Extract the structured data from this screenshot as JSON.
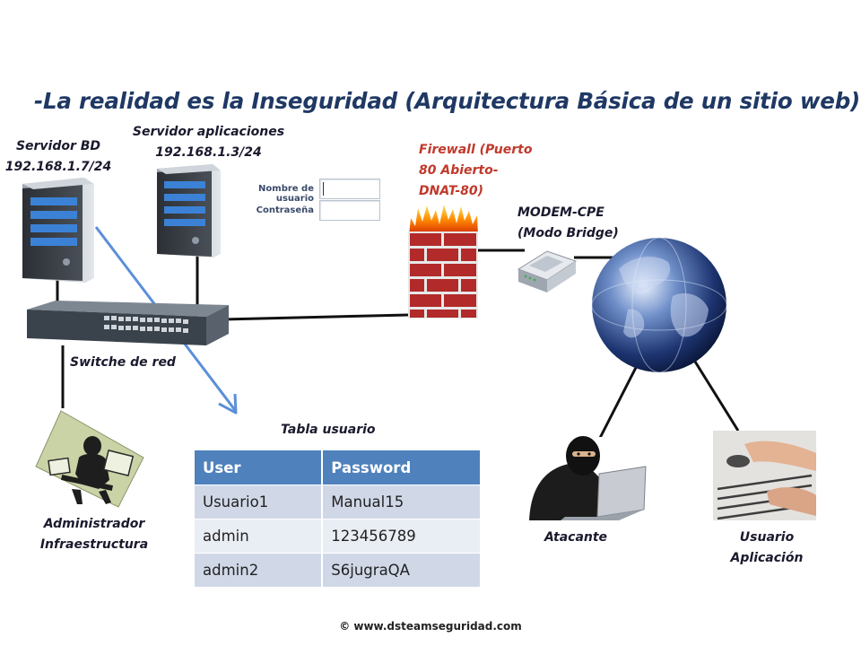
{
  "title": "-La realidad es la Inseguridad  (Arquitectura Básica de un sitio web).",
  "labels": {
    "servidor_bd": [
      "Servidor BD",
      "192.168.1.7/24"
    ],
    "servidor_app": [
      "Servidor aplicaciones",
      "192.168.1.3/24"
    ],
    "firewall": [
      "Firewall (Puerto",
      "80 Abierto-",
      "DNAT-80)"
    ],
    "modem": [
      "MODEM-CPE",
      "(Modo Bridge)"
    ],
    "switch": "Switche de red",
    "admin": [
      "Administrador",
      "Infraestructura"
    ],
    "atacante": "Atacante",
    "usuario": [
      "Usuario",
      "Aplicación"
    ]
  },
  "login_form": {
    "username_label": "Nombre de usuario",
    "password_label": "Contraseña"
  },
  "table": {
    "caption": "Tabla usuario",
    "headers": [
      "User",
      "Password"
    ],
    "rows": [
      [
        "Usuario1",
        "Manual15"
      ],
      [
        "admin",
        "123456789"
      ],
      [
        "admin2",
        "S6jugraQA"
      ]
    ]
  },
  "footer": "© www.dsteamseguridad.com",
  "colors": {
    "title": "#1f3864",
    "firewall_text": "#c0392b",
    "table_header": "#4f81bd",
    "arrow": "#5b8fd8"
  }
}
